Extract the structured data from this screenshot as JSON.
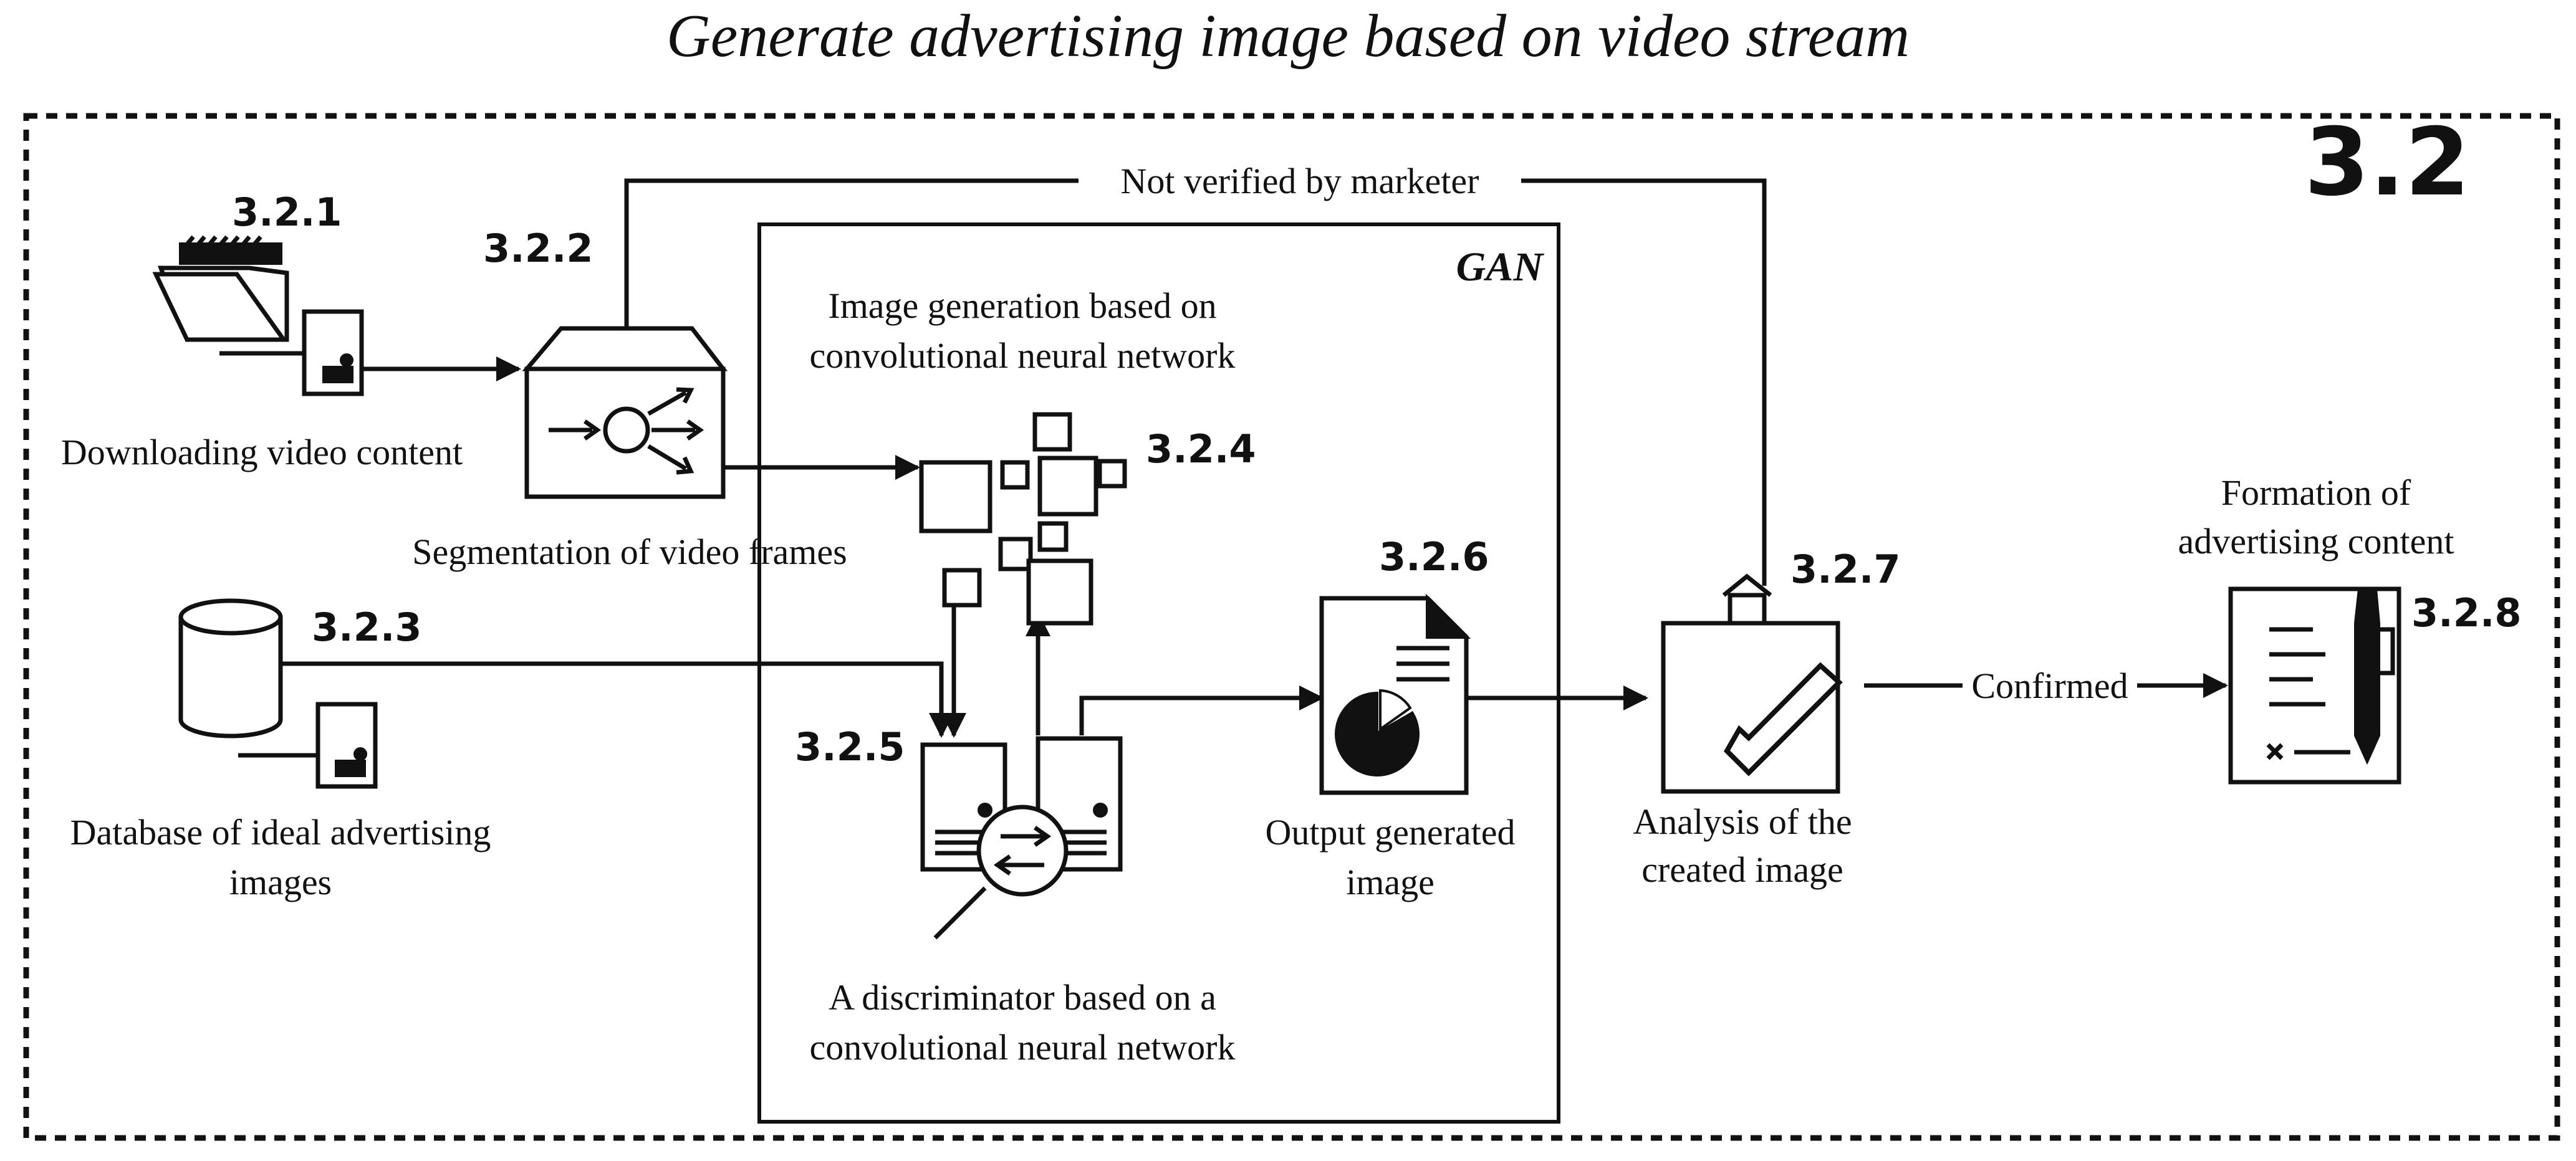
{
  "title": "Generate advertising image based on video stream",
  "section_number": "3.2",
  "gan_label": "GAN",
  "nodes": {
    "n321": {
      "number": "3.2.1",
      "label_lines": [
        "Downloading video content"
      ]
    },
    "n322": {
      "number": "3.2.2",
      "label_lines": [
        "Segmentation of video frames"
      ]
    },
    "n323": {
      "number": "3.2.3",
      "label_lines": [
        "Database of ideal advertising",
        "images"
      ]
    },
    "n324": {
      "number": "3.2.4",
      "label_lines": [
        "Image generation based on",
        "convolutional neural network"
      ]
    },
    "n325": {
      "number": "3.2.5",
      "label_lines": [
        "A discriminator based on a",
        "convolutional neural network"
      ]
    },
    "n326": {
      "number": "3.2.6",
      "label_lines": [
        "Output generated",
        "image"
      ]
    },
    "n327": {
      "number": "3.2.7",
      "label_lines": [
        "Analysis of the",
        "created image"
      ]
    },
    "n328": {
      "number": "3.2.8",
      "label_lines": [
        "Formation of",
        "advertising content"
      ]
    }
  },
  "edge_labels": {
    "not_verified": "Not verified by marketer",
    "confirmed": "Confirmed"
  },
  "icons": {
    "n321": "folder-with-document-icon",
    "n322": "router-box-icon",
    "n323": "database-cylinder-icon",
    "n324": "generator-squares-icon",
    "n325": "discriminator-servers-magnifier-icon",
    "n326": "document-pie-chart-icon",
    "n327": "shopping-bag-check-icon",
    "n328": "contract-with-pen-icon"
  }
}
